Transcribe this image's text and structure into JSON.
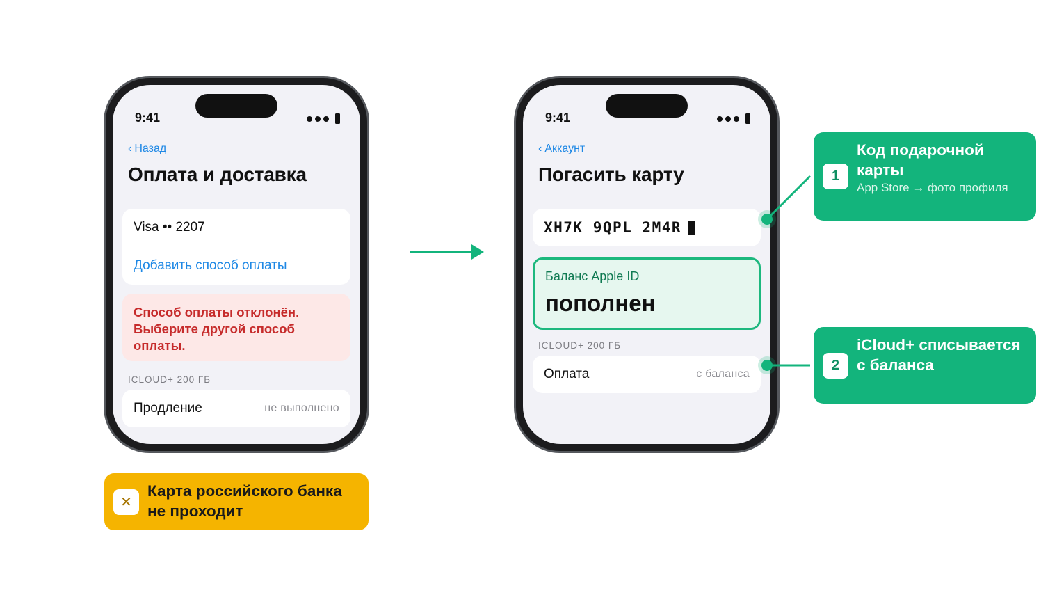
{
  "phone_left": {
    "status_time": "9:41",
    "nav_back": "Назад",
    "title": "Оплата и доставка",
    "payment_card": "Visa •• 2207",
    "add_payment": "Добавить способ оплаты",
    "error_message": "Способ оплаты отклонён. Выберите другой способ оплаты.",
    "section_label": "ICLOUD+ 200 ГБ",
    "renewal_label": "Продление",
    "renewal_status": "не выполнено"
  },
  "phone_right": {
    "status_time": "9:41",
    "nav_back": "Аккаунт",
    "title": "Погасить карту",
    "gift_code": "XH7K 9QPL 2M4R",
    "balance_label": "Баланс Apple ID",
    "balance_value": "пополнен",
    "section_label": "ICLOUD+ 200 ГБ",
    "payment_label": "Оплата",
    "payment_source": "с баланса"
  },
  "callouts": [
    {
      "number": "1",
      "title": "Код подарочной карты",
      "subtitle": "App Store → фото профиля"
    },
    {
      "number": "2",
      "title": "iCloud+ списывается с баланса"
    }
  ],
  "warning": {
    "icon": "close-icon",
    "text": "Карта российского банка не проходит"
  },
  "colors": {
    "accent_green": "#13b47c",
    "warning_yellow": "#f5b400",
    "error_red": "#c62b2b",
    "link_blue": "#1e88e5"
  }
}
